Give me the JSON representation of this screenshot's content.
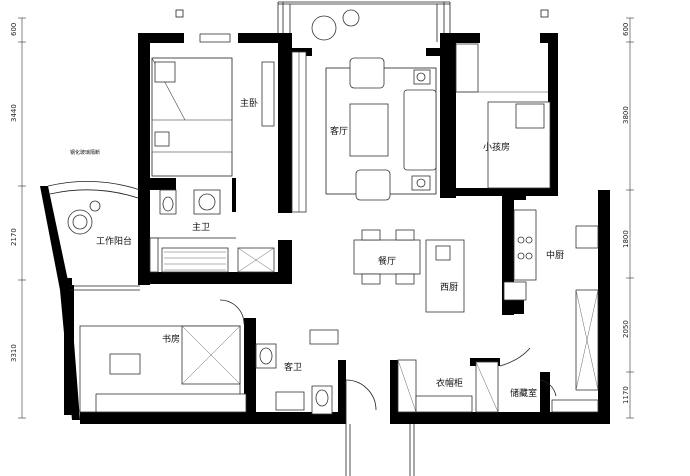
{
  "rooms": {
    "master_bedroom": "主卧",
    "living_room": "客厅",
    "kids_room": "小孩房",
    "master_bath": "主卫",
    "work_balcony": "工作阳台",
    "glass_partition_note": "钢化玻璃隔断",
    "dining_room": "餐厅",
    "kitchen": "中厨",
    "western_kitchen": "西厨",
    "study": "书房",
    "guest_bath": "客卫",
    "cloak_cabinet": "衣帽柜",
    "storage_room": "储藏室"
  },
  "dimensions": {
    "left": [
      "600",
      "3440",
      "2170",
      "3310"
    ],
    "right": [
      "600",
      "3800",
      "1800",
      "2050",
      "1170"
    ]
  }
}
